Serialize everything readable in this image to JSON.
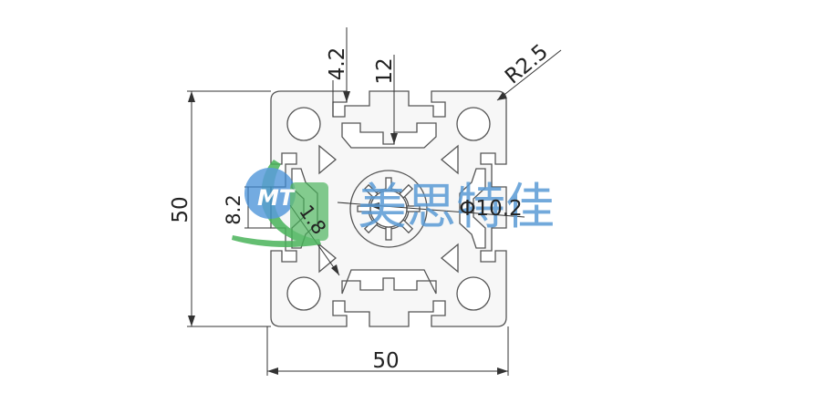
{
  "title": "50x50 aluminum profile cross-section drawing",
  "dimensions": {
    "width": "50",
    "height": "50",
    "slot_depth": "4.2",
    "slot_width": "12",
    "corner_radius": "R2.5",
    "center_hole": "Φ10.2",
    "slot_offset": "8.2",
    "wall_thickness": "1.8"
  },
  "watermark": {
    "logo_letters": "MT",
    "text": "美思特佳",
    "colors": {
      "blue": "#3d8bd6",
      "green": "#49b35a",
      "text_blue": "#5a9bd5"
    }
  },
  "colors": {
    "line": "#333333",
    "profile_fill": "#f7f7f7"
  }
}
